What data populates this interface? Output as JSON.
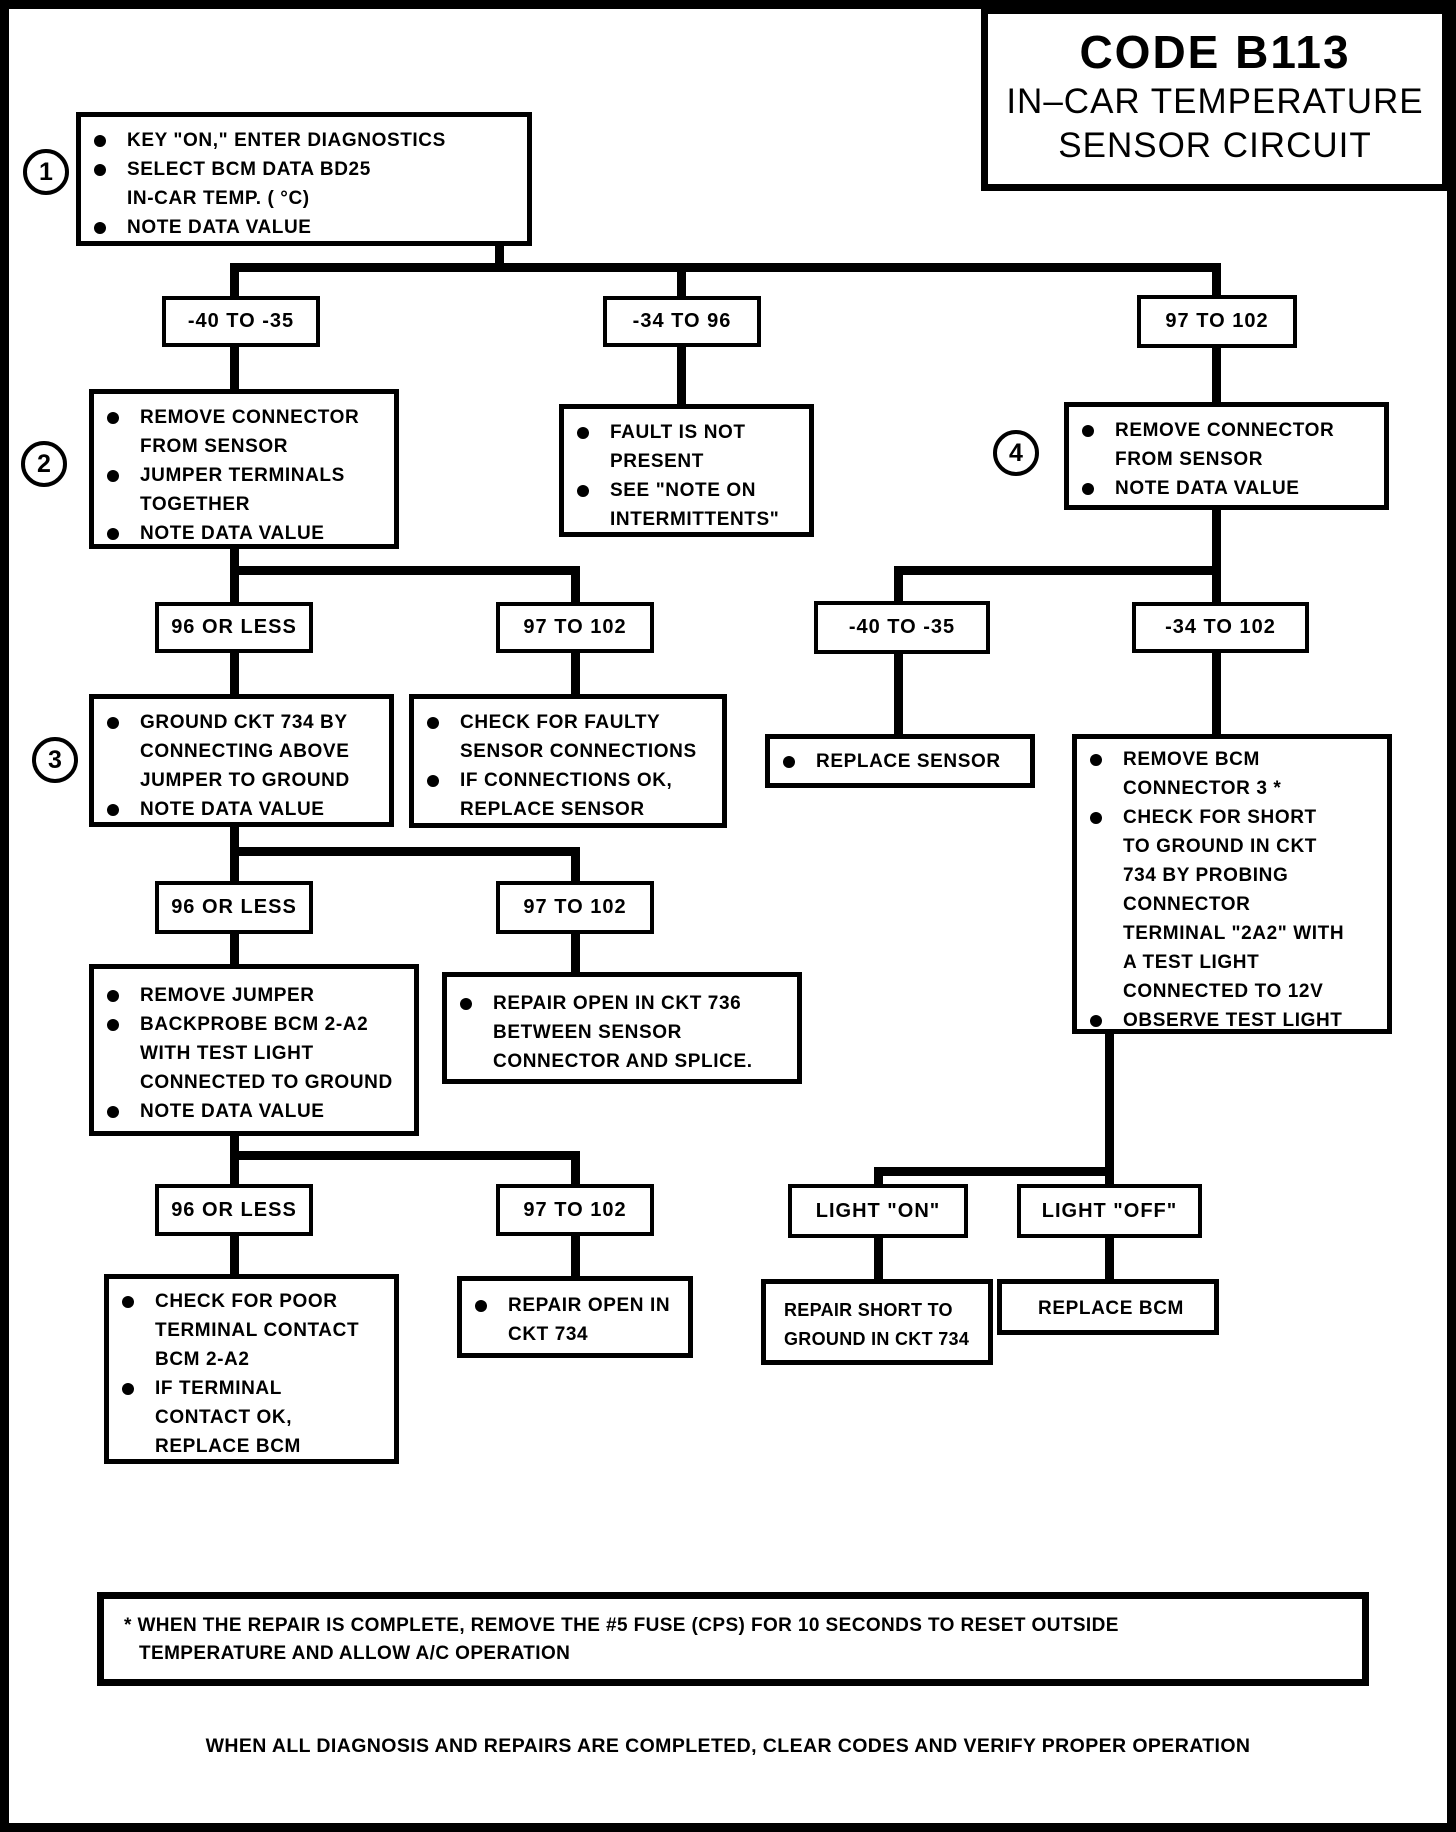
{
  "title": {
    "code": "CODE B113",
    "line1": "IN–CAR TEMPERATURE",
    "line2": "SENSOR CIRCUIT"
  },
  "markers": {
    "s1": "1",
    "s2": "2",
    "s3": "3",
    "s4": "4"
  },
  "ranges": {
    "r1a": "-40 TO -35",
    "r1b": "-34 TO 96",
    "r1c": "97 TO 102",
    "r2a": "96 OR LESS",
    "r2b": "97 TO 102",
    "r3a": "96 OR LESS",
    "r3b": "97 TO 102",
    "r4a": "96 OR LESS",
    "r4b": "97 TO 102",
    "r5a": "-40 TO -35",
    "r5b": "-34 TO 102",
    "r6a": "LIGHT \"ON\"",
    "r6b": "LIGHT \"OFF\""
  },
  "nodes": {
    "step1": {
      "lines": [
        "KEY \"ON,\" ENTER DIAGNOSTICS",
        "SELECT BCM DATA BD25",
        "IN-CAR TEMP. ( °C)",
        "NOTE DATA VALUE"
      ]
    },
    "step2": {
      "lines": [
        "REMOVE CONNECTOR",
        "FROM SENSOR",
        "JUMPER TERMINALS",
        "TOGETHER",
        "NOTE DATA VALUE"
      ]
    },
    "fault": {
      "lines": [
        "FAULT IS NOT",
        "PRESENT",
        "SEE \"NOTE ON",
        "INTERMITTENTS\""
      ]
    },
    "step4": {
      "lines": [
        "REMOVE CONNECTOR",
        "FROM SENSOR",
        "NOTE DATA VALUE"
      ]
    },
    "step3": {
      "lines": [
        "GROUND CKT 734 BY",
        "CONNECTING ABOVE",
        "JUMPER TO GROUND",
        "NOTE DATA VALUE"
      ]
    },
    "faulty_sensor": {
      "lines": [
        "CHECK FOR FAULTY",
        "SENSOR CONNECTIONS",
        "IF CONNECTIONS OK,",
        "REPLACE SENSOR"
      ]
    },
    "replace_sensor": {
      "lines": [
        "REPLACE SENSOR"
      ]
    },
    "remove_bcm": {
      "lines": [
        "REMOVE BCM",
        "CONNECTOR 3 *",
        "CHECK FOR SHORT",
        "TO GROUND IN CKT",
        "734 BY PROBING",
        "CONNECTOR",
        "TERMINAL \"2A2\" WITH",
        "A TEST LIGHT",
        "CONNECTED TO 12V",
        "OBSERVE TEST LIGHT"
      ]
    },
    "remove_jumper": {
      "lines": [
        "REMOVE JUMPER",
        "BACKPROBE BCM 2-A2",
        "WITH TEST LIGHT",
        "CONNECTED TO GROUND",
        "NOTE DATA VALUE"
      ]
    },
    "repair_736": {
      "lines": [
        "REPAIR OPEN IN CKT 736",
        "BETWEEN SENSOR",
        "CONNECTOR AND SPLICE."
      ]
    },
    "check_poor": {
      "lines": [
        "CHECK FOR POOR",
        "TERMINAL CONTACT",
        "BCM 2-A2",
        "IF TERMINAL",
        "CONTACT OK,",
        "REPLACE BCM"
      ]
    },
    "repair_734": {
      "lines": [
        "REPAIR OPEN IN",
        "CKT 734"
      ]
    },
    "repair_short": {
      "lines": [
        "REPAIR SHORT TO",
        "GROUND IN CKT 734"
      ]
    },
    "replace_bcm": {
      "lines": [
        "REPLACE BCM"
      ]
    }
  },
  "footnote": {
    "line1": "* WHEN THE REPAIR IS COMPLETE, REMOVE THE #5 FUSE (CPS) FOR 10 SECONDS TO RESET OUTSIDE",
    "line2": "TEMPERATURE AND ALLOW A/C OPERATION"
  },
  "footer": "WHEN ALL DIAGNOSIS AND REPAIRS ARE COMPLETED, CLEAR CODES AND VERIFY PROPER OPERATION",
  "colors": {
    "ink": "#000000",
    "paper": "#ffffff"
  }
}
